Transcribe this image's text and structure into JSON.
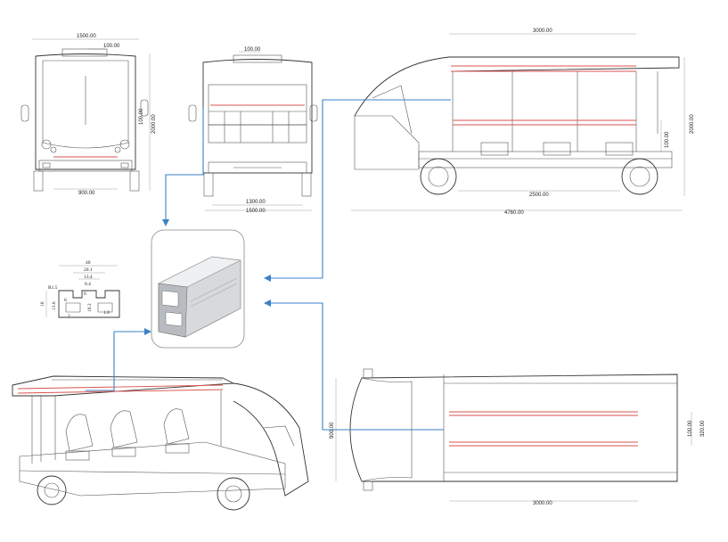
{
  "front_view": {
    "overall_width": "1500.00",
    "top_width": "100.00",
    "inner_width": "900.00",
    "side_height": "100.00",
    "height": "2000.00"
  },
  "rear_view": {
    "top_width": "100.00",
    "inner_width": "1300.00",
    "overall_width": "1500.00"
  },
  "side_view": {
    "top_length": "3000.00",
    "wheelbase": "2500.00",
    "overall_length": "4760.00",
    "height": "2000.00",
    "rail_height": "100.00"
  },
  "profile": {
    "width": "40",
    "dim_20_1": "20.1",
    "dim_13_4": "13.4",
    "dim_8_4": "8.4",
    "dim_6_left": "6",
    "dim_6_top": "6",
    "dim_16": "16",
    "dim_13_6": "13.6",
    "dim_10_2": "10.2",
    "dim_1_8": "1.8",
    "dim_r1": "R1.5",
    "dim_2": "2"
  },
  "top_view": {
    "width": "900.00",
    "length": "3000.00",
    "rail_width": "100.00",
    "rail_spacing": "320.00"
  },
  "colors": {
    "callout": "#3b82c4",
    "rail": "#d9534f",
    "line": "#555555"
  }
}
